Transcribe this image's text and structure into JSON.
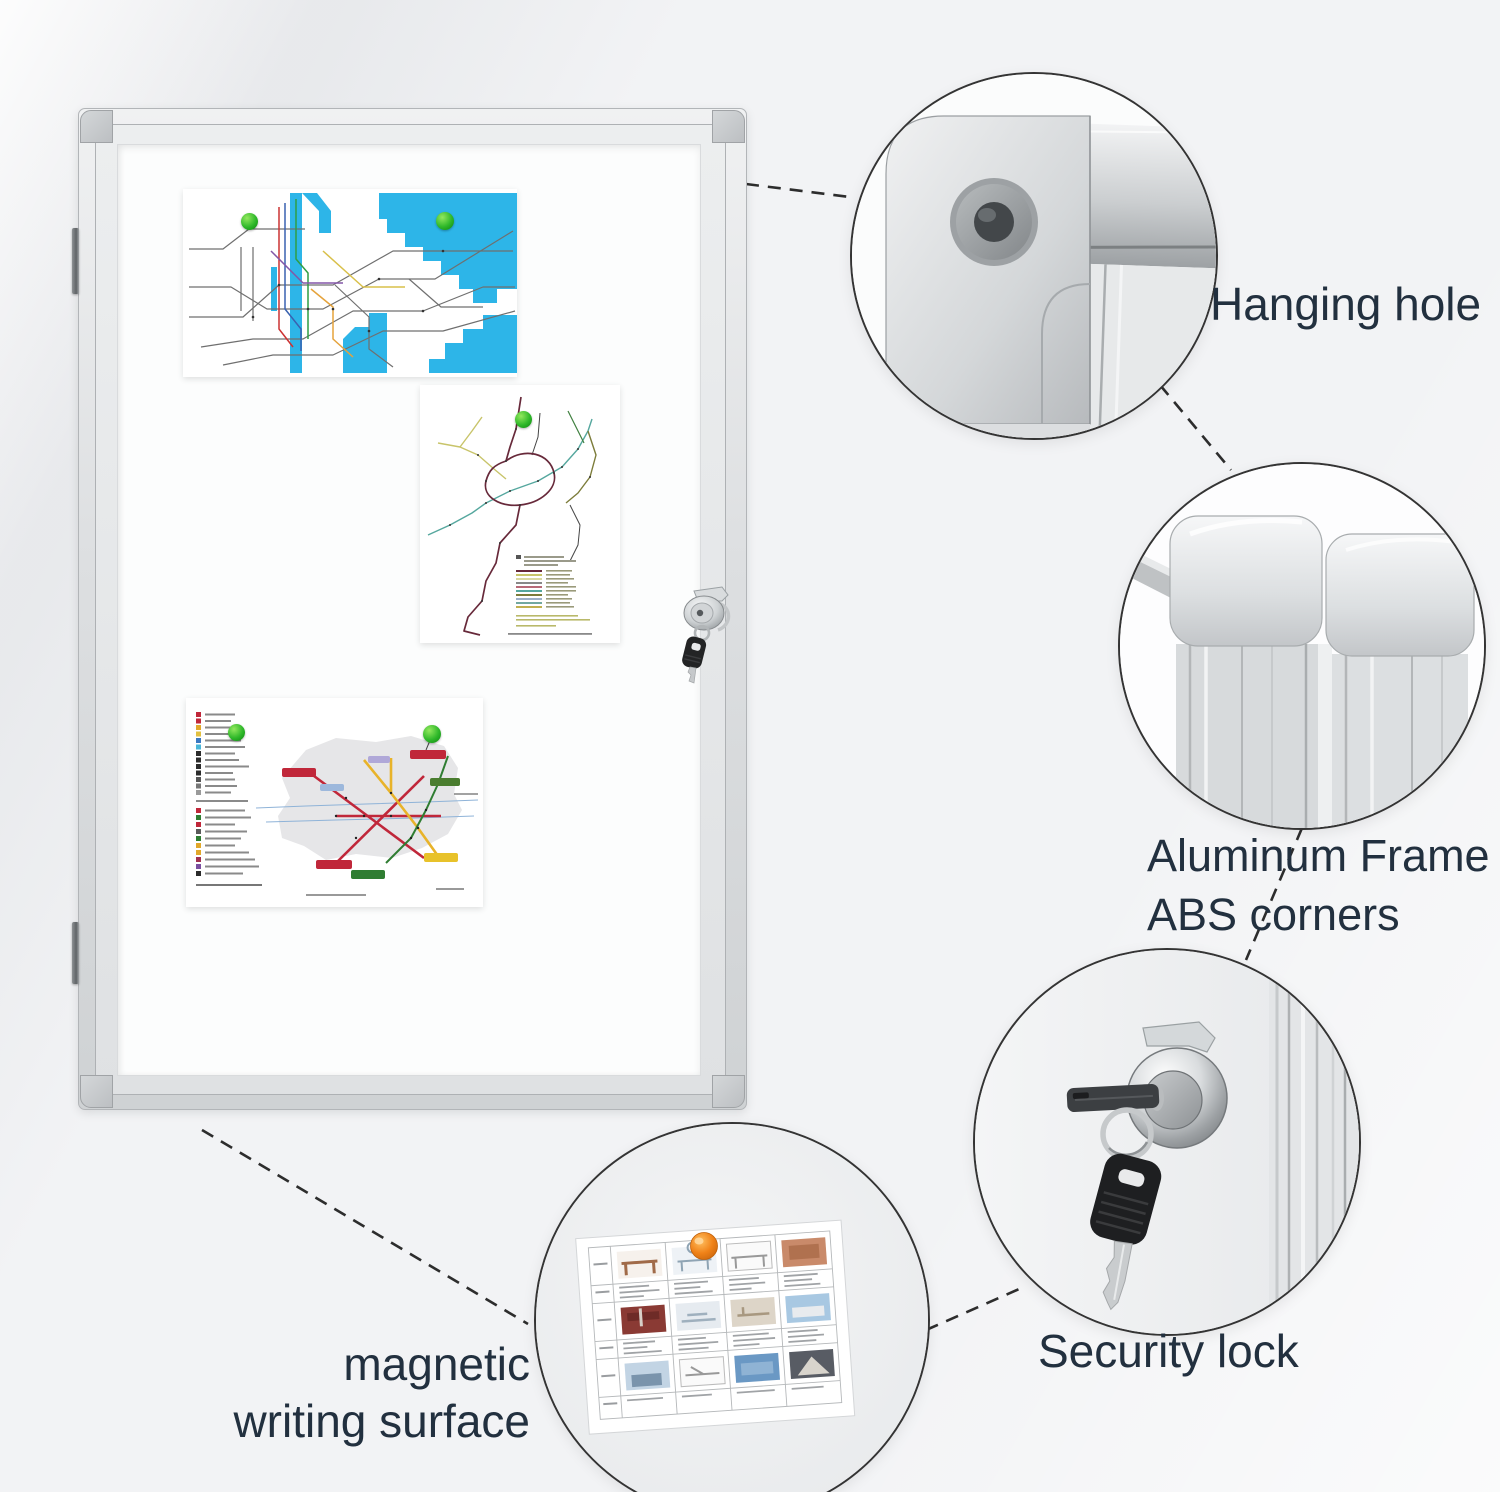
{
  "labels": {
    "hanging_hole": "Hanging hole",
    "frame_line1": "Aluminum Frame",
    "frame_line2": "ABS corners",
    "security_lock": "Security lock",
    "surface_line1": "magnetic",
    "surface_line2": "writing surface"
  },
  "board": {
    "description": "lockable notice board with aluminum frame",
    "maps": [
      "new-york-subway-map",
      "metro-line-map",
      "city-metro-map-with-legend"
    ],
    "magnet_color_green": "#2fb82a",
    "magnet_color_orange": "#f08218"
  },
  "style": {
    "label_text_color": "#22303f",
    "connector_color": "#2d2d2d",
    "circle_border_color": "#343434",
    "frame_silver": "#dddfe1",
    "water_cyan": "#2db5e8"
  }
}
